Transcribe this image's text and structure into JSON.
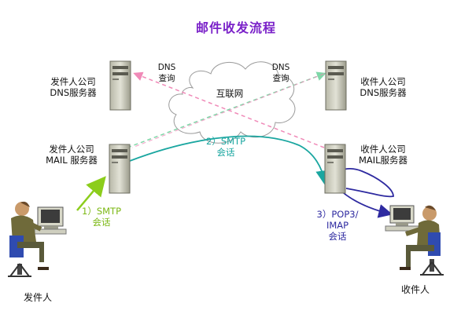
{
  "title": "邮件收发流程",
  "sender_dns": {
    "line1": "发件人公司",
    "line2": "DNS服务器"
  },
  "receiver_dns": {
    "line1": "收件人公司",
    "line2": "DNS服务器"
  },
  "sender_mail": {
    "line1": "发件人公司",
    "line2": "MAIL 服务器"
  },
  "receiver_mail": {
    "line1": "收件人公司",
    "line2": "MAIL服务器"
  },
  "dns_query_left": {
    "line1": "DNS",
    "line2": "查询"
  },
  "dns_query_right": {
    "line1": "DNS",
    "line2": "查询"
  },
  "internet": "互联网",
  "step1": {
    "line1": "1）SMTP",
    "line2": "会话"
  },
  "step2": {
    "line1": "2）SMTP",
    "line2": "会话"
  },
  "step3": {
    "line1": "3）POP3/",
    "line2": "IMAP",
    "line3": "会话"
  },
  "sender_person": "发件人",
  "receiver_person": "收件人",
  "colors": {
    "title": "#7b22c9",
    "step1": "#8ccd1c",
    "step2": "#1aa6a0",
    "step3": "#2e2aa0",
    "dns_left_arrow": "#f08ab8",
    "dns_right_arrow": "#7fd7a8"
  }
}
